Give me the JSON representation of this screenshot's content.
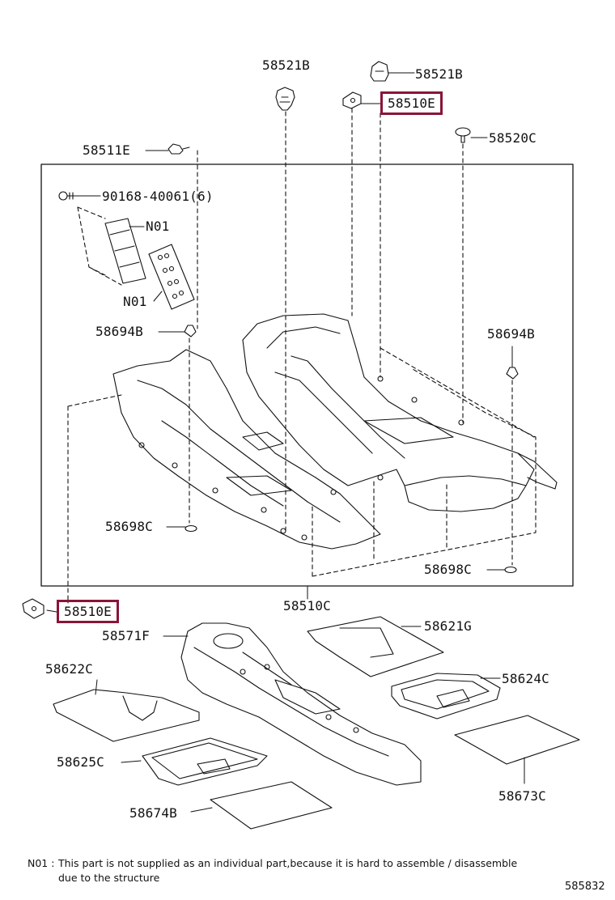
{
  "parts": [
    {
      "id": "p1",
      "label": "58521B",
      "highlight": false
    },
    {
      "id": "p2",
      "label": "58521B",
      "highlight": false
    },
    {
      "id": "p3",
      "label": "58510E",
      "highlight": true
    },
    {
      "id": "p4",
      "label": "58520C",
      "highlight": false
    },
    {
      "id": "p5",
      "label": "58511E",
      "highlight": false
    },
    {
      "id": "p6",
      "label": "90168-40061(6)",
      "highlight": false
    },
    {
      "id": "p7",
      "label": "N01",
      "highlight": false
    },
    {
      "id": "p8",
      "label": "N01",
      "highlight": false
    },
    {
      "id": "p9",
      "label": "58694B",
      "highlight": false
    },
    {
      "id": "p10",
      "label": "58694B",
      "highlight": false
    },
    {
      "id": "p11",
      "label": "58698C",
      "highlight": false
    },
    {
      "id": "p12",
      "label": "58698C",
      "highlight": false
    },
    {
      "id": "p13",
      "label": "58510C",
      "highlight": false
    },
    {
      "id": "p14",
      "label": "58510E",
      "highlight": true
    },
    {
      "id": "p15",
      "label": "58571F",
      "highlight": false
    },
    {
      "id": "p16",
      "label": "58621G",
      "highlight": false
    },
    {
      "id": "p17",
      "label": "58622C",
      "highlight": false
    },
    {
      "id": "p18",
      "label": "58624C",
      "highlight": false
    },
    {
      "id": "p19",
      "label": "58625C",
      "highlight": false
    },
    {
      "id": "p20",
      "label": "58673C",
      "highlight": false
    },
    {
      "id": "p21",
      "label": "58674B",
      "highlight": false
    }
  ],
  "footnote": {
    "key": "N01 :",
    "line1": "This part is not supplied as an individual part,because it is hard to assemble / disassemble",
    "line2": "due to the structure"
  },
  "diagram_code": "585832",
  "colors": {
    "highlight": "#8a1538",
    "ink": "#111111"
  }
}
